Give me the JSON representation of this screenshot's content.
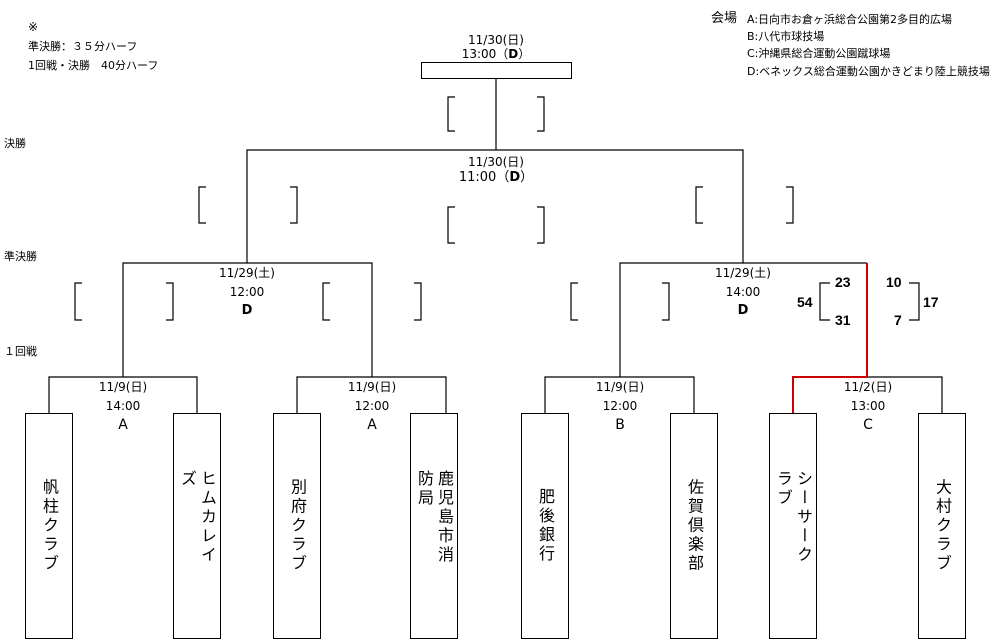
{
  "notes": {
    "mark": "※",
    "line1": "準決勝：３５分ハーフ",
    "line2": "1回戦・決勝　40分ハーフ"
  },
  "venues": {
    "title": "会場",
    "A": "A:日向市お倉ヶ浜総合公園第2多目的広場",
    "B": "B:八代市球技場",
    "C": "C:沖縄県総合運動公園蹴球場",
    "D": "D:ベネックス総合運動公園かきどまり陸上競技場"
  },
  "rounds": {
    "final": "決勝",
    "semi": "準決勝",
    "first": "１回戦"
  },
  "matches": {
    "final_top": {
      "date": "11/30(日)",
      "time": "13:00（",
      "venue": "D",
      "close": "）"
    },
    "final": {
      "date": "11/30(日)",
      "time": "11:00（",
      "venue": "D",
      "close": "）"
    },
    "semi_left": {
      "date": "11/29(土)",
      "time": "12:00",
      "venue": "D"
    },
    "semi_right": {
      "date": "11/29(土)",
      "time": "14:00",
      "venue": "D"
    },
    "r1_a": {
      "date": "11/9(日)",
      "time": "14:00",
      "venue": "A"
    },
    "r1_b": {
      "date": "11/9(日)",
      "time": "12:00",
      "venue": "A"
    },
    "r1_c": {
      "date": "11/9(日)",
      "time": "12:00",
      "venue": "B"
    },
    "r1_d": {
      "date": "11/2(日)",
      "time": "13:00",
      "venue": "C"
    }
  },
  "teams": [
    "帆柱クラブ",
    "ヒムカレイズ",
    "別府クラブ",
    "鹿児島市消防局",
    "肥後銀行",
    "佐賀倶楽部",
    "シーサークラブ",
    "大村クラブ"
  ],
  "scores": {
    "left_total": "54",
    "left_h1": "23",
    "left_h2": "31",
    "right_h1": "10",
    "right_h2": "7",
    "right_total": "17"
  },
  "colors": {
    "line": "#000000",
    "winner": "#cc0000"
  }
}
